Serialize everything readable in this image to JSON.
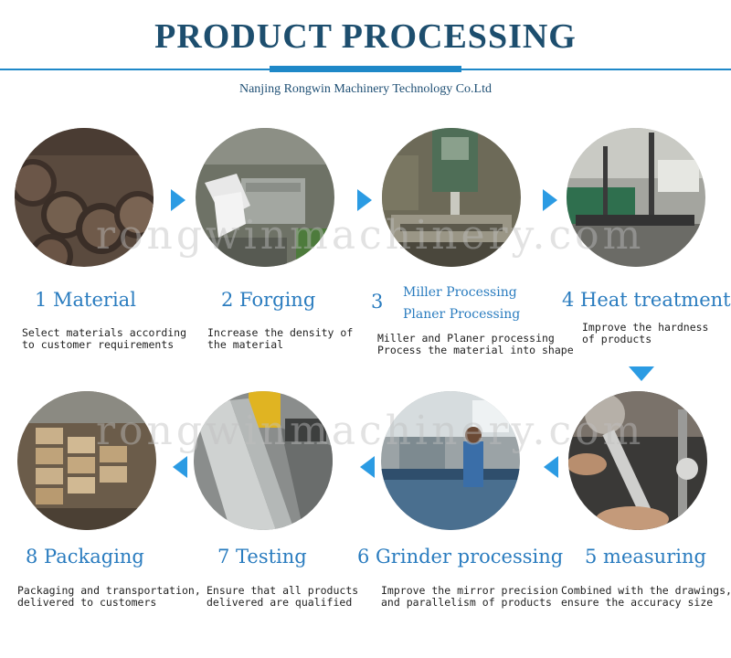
{
  "header": {
    "title": "PRODUCT PROCESSING",
    "company": "Nanjing Rongwin Machinery Technology Co.Ltd"
  },
  "watermark": "rongwinmachinery.com",
  "steps": [
    {
      "title": "1 Material",
      "desc_line1": "Select materials according",
      "desc_line2": "to customer requirements"
    },
    {
      "title": "2 Forging",
      "desc_line1": "Increase the density of",
      "desc_line2": "the material"
    },
    {
      "number": "3",
      "sub1": "Miller Processing",
      "sub2": "Planer Processing",
      "desc_line1": "Miller and Planer processing",
      "desc_line2": "Process the material into shape"
    },
    {
      "title": "4 Heat treatment",
      "desc_line1": "Improve the hardness",
      "desc_line2": "of products"
    },
    {
      "title": "5 measuring",
      "desc_line1": "Combined with the drawings,",
      "desc_line2": "ensure the accuracy size"
    },
    {
      "title": "6 Grinder processing",
      "desc_line1": "Improve the mirror precision",
      "desc_line2": "and parallelism of products"
    },
    {
      "title": "7 Testing",
      "desc_line1": "Ensure that all products",
      "desc_line2": "delivered are qualified"
    },
    {
      "title": "8 Packaging",
      "desc_line1": "Packaging and transportation,",
      "desc_line2": "delivered to customers"
    }
  ],
  "colors": {
    "title": "#1d4e6e",
    "accent": "#1e88c8",
    "step_title": "#2a7cbf",
    "arrow": "#2b9be3"
  }
}
